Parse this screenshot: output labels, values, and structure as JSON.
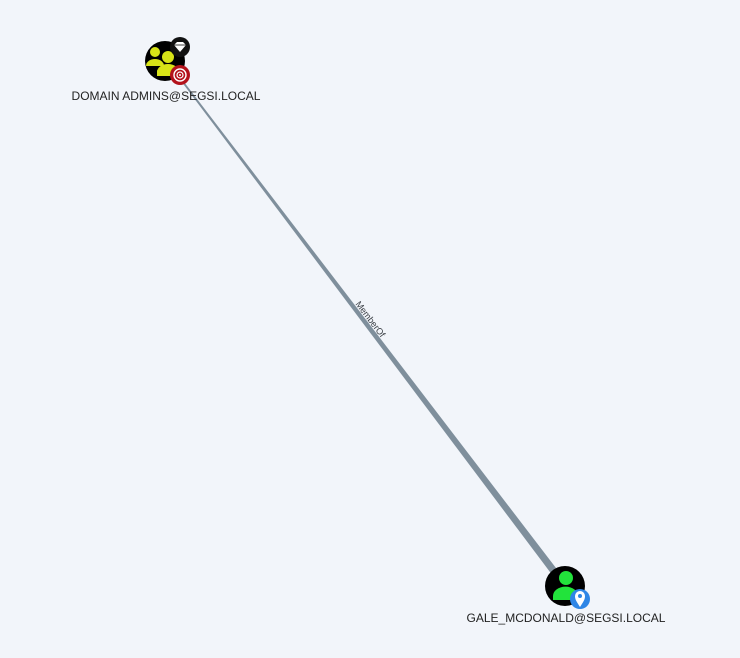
{
  "graph": {
    "nodes": [
      {
        "id": "domain-admins",
        "label": "DOMAIN ADMINS@SEGSI.LOCAL",
        "type": "group",
        "icon": "group-icon",
        "icon_color": "#d7e317",
        "badges": [
          {
            "icon": "gem-icon",
            "color": "#111111"
          },
          {
            "icon": "target-icon",
            "color": "#b3121b"
          }
        ]
      },
      {
        "id": "gale-mcdonald",
        "label": "GALE_MCDONALD@SEGSI.LOCAL",
        "type": "user",
        "icon": "user-icon",
        "icon_color": "#22e33b",
        "badges": [
          {
            "icon": "location-pin-icon",
            "color": "#2f86e6"
          }
        ]
      }
    ],
    "edges": [
      {
        "from": "gale-mcdonald",
        "to": "domain-admins",
        "label": "MemberOf",
        "color": "#7f8f9c"
      }
    ]
  }
}
